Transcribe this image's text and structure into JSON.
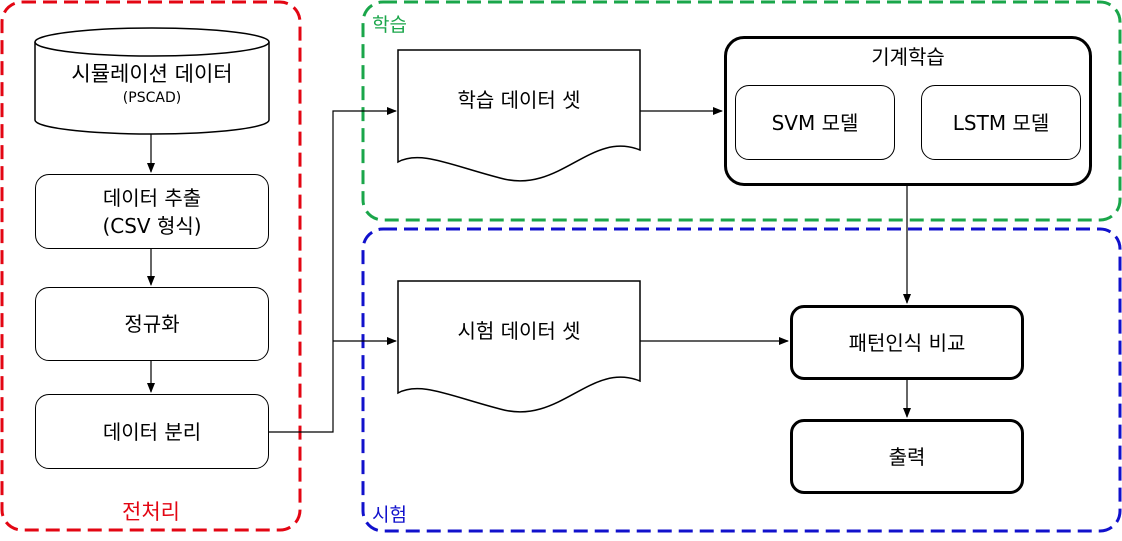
{
  "groups": {
    "preprocess": {
      "label": "전처리",
      "color": "#e30613"
    },
    "training": {
      "label": "학습",
      "color": "#1aa64a"
    },
    "testing": {
      "label": "시험",
      "color": "#1111cc"
    }
  },
  "nodes": {
    "simulation_data": {
      "title": "시뮬레이션 데이터",
      "subtitle": "(PSCAD)"
    },
    "data_extract": {
      "line1": "데이터 추출",
      "line2": "(CSV 형식)"
    },
    "normalize": {
      "label": "정규화"
    },
    "data_split": {
      "label": "데이터 분리"
    },
    "train_set": {
      "label": "학습 데이터 셋"
    },
    "test_set": {
      "label": "시험 데이터 셋"
    },
    "ml_group": {
      "label": "기계학습"
    },
    "svm": {
      "label": "SVM 모델"
    },
    "lstm": {
      "label": "LSTM 모델"
    },
    "pattern_compare": {
      "label": "패턴인식 비교"
    },
    "output": {
      "label": "출력"
    }
  }
}
